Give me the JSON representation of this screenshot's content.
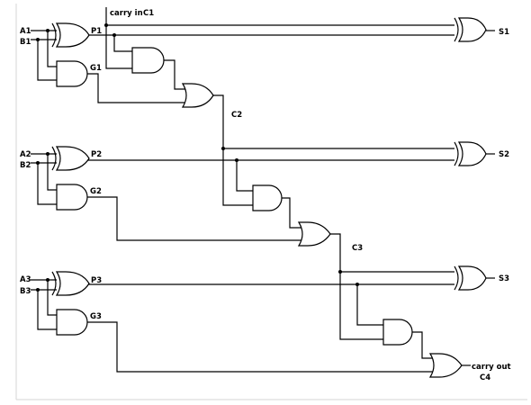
{
  "diagram": {
    "labels": {
      "carry_in": "carry in",
      "c1": "C1",
      "a1": "A1",
      "b1": "B1",
      "p1": "P1",
      "g1": "G1",
      "s1": "S1",
      "c2": "C2",
      "a2": "A2",
      "b2": "B2",
      "p2": "P2",
      "g2": "G2",
      "s2": "S2",
      "c3": "C3",
      "a3": "A3",
      "b3": "B3",
      "p3": "P3",
      "g3": "G3",
      "s3": "S3",
      "carry_out": "carry out",
      "c4": "C4"
    }
  }
}
